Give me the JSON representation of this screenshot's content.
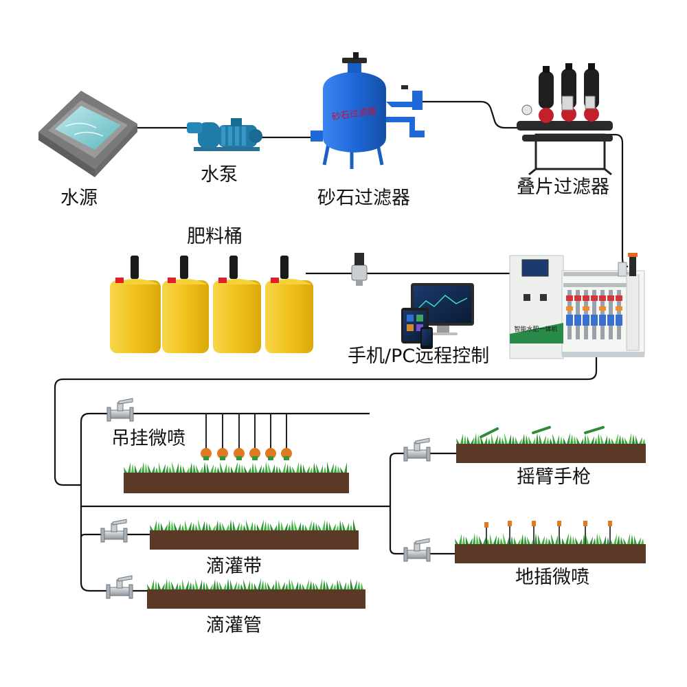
{
  "labels": {
    "water_source": "水源",
    "water_pump": "水泵",
    "sand_filter": "砂石过滤器",
    "disc_filter": "叠片过滤器",
    "fertilizer_bucket": "肥料桶",
    "remote_control": "手机/PC远程控制",
    "hanging_micro_spray": "吊挂微喷",
    "rocker_spray_gun": "摇臂手枪",
    "drip_tape": "滴灌带",
    "ground_micro_spray": "地插微喷",
    "drip_pipe": "滴灌管"
  },
  "equipment_text": {
    "sand_filter_body": "砂石过滤器",
    "controller_plate": "智能水肥一体机"
  },
  "colors": {
    "pipe": "#111111",
    "water": "#7fd0d4",
    "frame": "#8a8a8a",
    "pump": "#1f7ca8",
    "filter_tank": "#1e68d8",
    "disc_filter": "#222222",
    "bucket": "#f2c21b",
    "bucket_cap": "#1a1a1a",
    "soil": "#5a3a26",
    "grass": "#3aa83a",
    "valve": "#b8bec4",
    "controller": "#eef0ee",
    "controller_band": "#2a8a4a"
  },
  "icons": [
    "water-pool-icon",
    "pump-icon",
    "sand-filter-icon",
    "disc-filter-icon",
    "fertilizer-bucket-icon",
    "solenoid-valve-icon",
    "device-icon",
    "controller-icon",
    "valve-icon",
    "sprinkler-icon"
  ]
}
